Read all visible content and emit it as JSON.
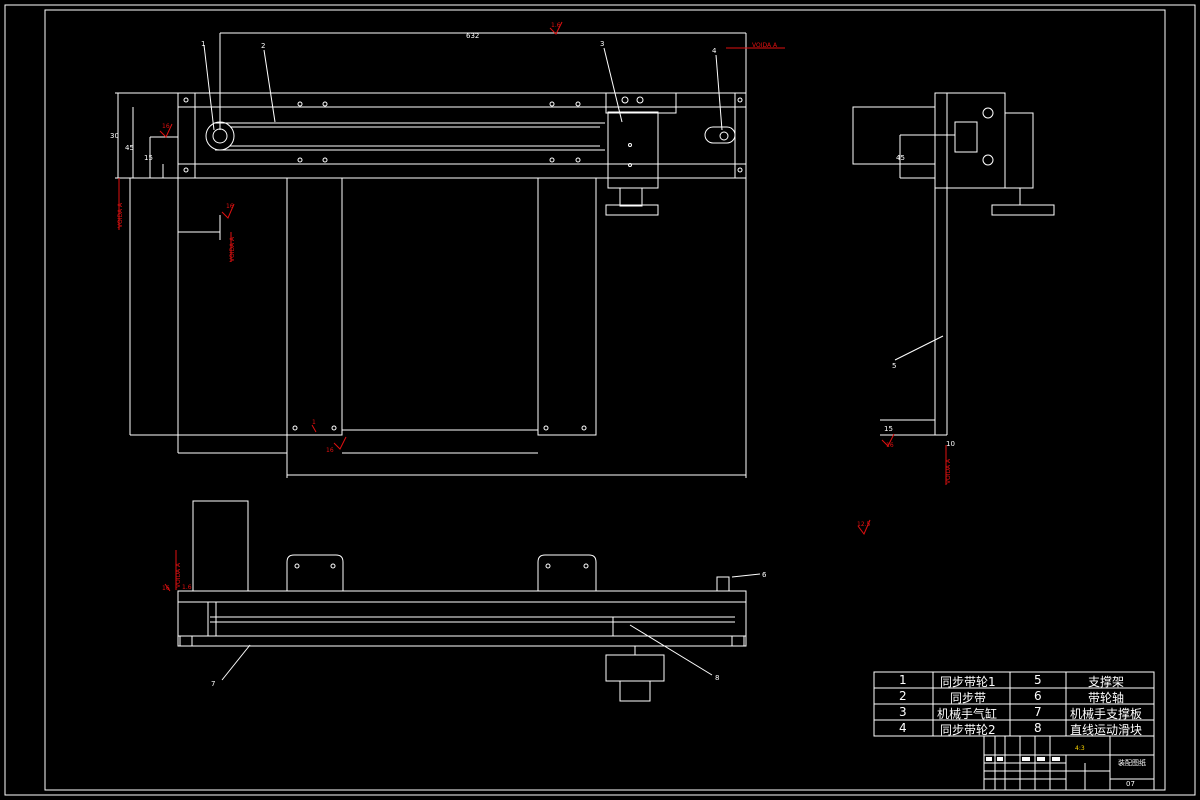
{
  "dimensions": {
    "d632": "632",
    "d16a": "1.6",
    "d16b": "16",
    "d30": "30",
    "d45a": "45",
    "d15a": "15",
    "d45b": "45",
    "d15b": "15",
    "d10": "10",
    "d125": "12.5",
    "r1": "1",
    "d5": "5"
  },
  "balloons": [
    "1",
    "2",
    "3",
    "4",
    "5",
    "6",
    "7",
    "8"
  ],
  "flags": {
    "datum": "VOIDA A",
    "datum2": "VOIDA A"
  },
  "bom": {
    "rows": [
      {
        "no1": "1",
        "name1": "同步带轮1",
        "no2": "5",
        "name2": "支撑架"
      },
      {
        "no1": "2",
        "name1": "同步带",
        "no2": "6",
        "name2": "带轮轴"
      },
      {
        "no1": "3",
        "name1": "机械手气缸",
        "no2": "7",
        "name2": "机械手支撑板"
      },
      {
        "no1": "4",
        "name1": "同步带轮2",
        "no2": "8",
        "name2": "直线运动滑块"
      }
    ]
  },
  "titleblock": {
    "scale": "4:3",
    "sheet": "07",
    "drawing_name": "装配图纸"
  }
}
